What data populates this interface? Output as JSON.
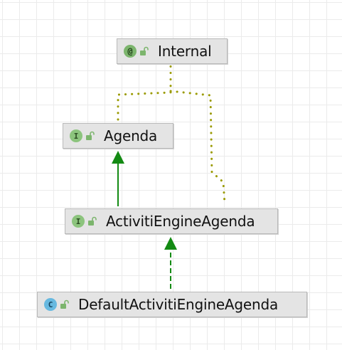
{
  "diagram": {
    "nodes": [
      {
        "id": "internal",
        "label": "Internal",
        "kind": "annotation",
        "kind_glyph": "@",
        "kind_color": "#7cb56d",
        "visibility_icon": "open-lock-icon"
      },
      {
        "id": "agenda",
        "label": "Agenda",
        "kind": "interface",
        "kind_glyph": "I",
        "kind_color": "#8cc47d",
        "visibility_icon": "open-lock-icon"
      },
      {
        "id": "activiti_engine_agenda",
        "label": "ActivitiEngineAgenda",
        "kind": "interface",
        "kind_glyph": "I",
        "kind_color": "#8cc47d",
        "visibility_icon": "open-lock-icon"
      },
      {
        "id": "default_activiti_engine_agenda",
        "label": "DefaultActivitiEngineAgenda",
        "kind": "class",
        "kind_glyph": "C",
        "kind_color": "#67b9e0",
        "visibility_icon": "open-lock-icon"
      }
    ],
    "edges": [
      {
        "from": "agenda",
        "to": "internal",
        "type": "annotated-by",
        "style": "dotted",
        "color": "#9a9a00"
      },
      {
        "from": "activiti_engine_agenda",
        "to": "internal",
        "type": "annotated-by",
        "style": "dotted",
        "color": "#9a9a00"
      },
      {
        "from": "activiti_engine_agenda",
        "to": "agenda",
        "type": "extends",
        "style": "solid",
        "color": "#138a13"
      },
      {
        "from": "default_activiti_engine_agenda",
        "to": "activiti_engine_agenda",
        "type": "implements",
        "style": "dashed",
        "color": "#138a13"
      }
    ]
  },
  "colors": {
    "node_fill": "#e4e4e4",
    "node_border": "#b9b9b9",
    "grid_line": "#ebebeb",
    "background": "#ffffff"
  }
}
